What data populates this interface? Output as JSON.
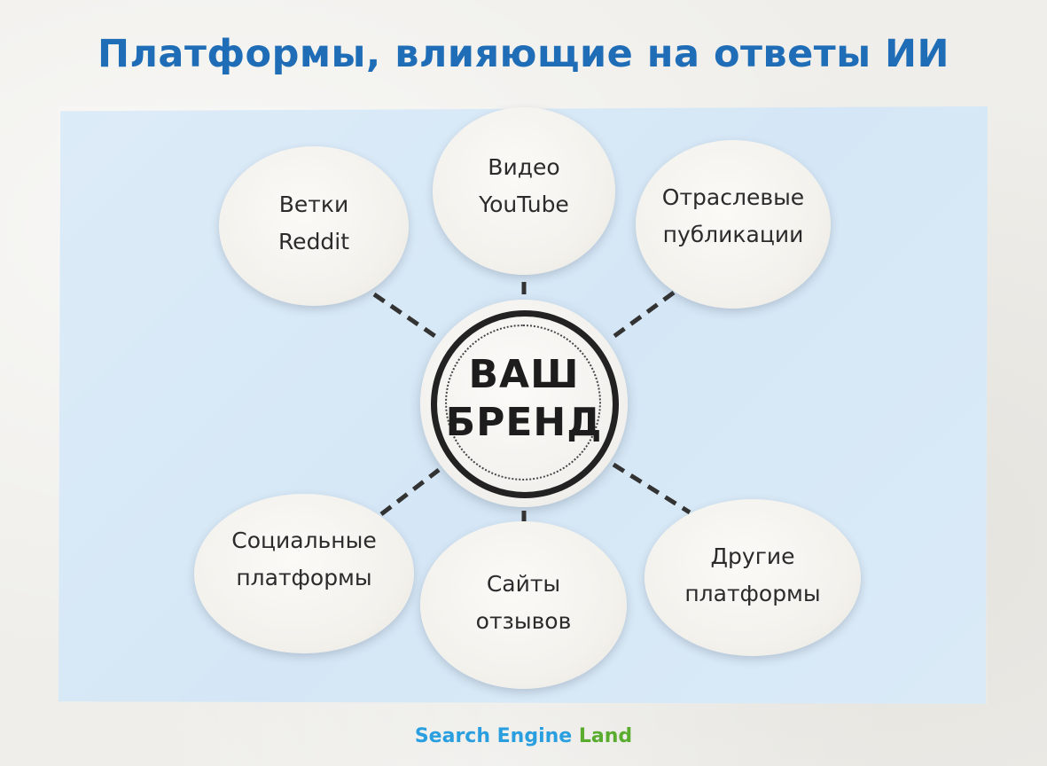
{
  "title": "Платформы, влияющие на ответы ИИ",
  "center": {
    "label": "ВАШ\nБРЕНД"
  },
  "nodes": [
    {
      "id": "reddit",
      "label": "Ветки\nReddit"
    },
    {
      "id": "youtube",
      "label": "Видео\nYouTube"
    },
    {
      "id": "industry",
      "label": "Отраслевые\nпубликации"
    },
    {
      "id": "social",
      "label": "Социальные\nплатформы"
    },
    {
      "id": "reviews",
      "label": "Сайты\nотзывов"
    },
    {
      "id": "other",
      "label": "Другие\nплатформы"
    }
  ],
  "footer": {
    "search_engine": "Search Engine",
    "land": "Land"
  },
  "colors": {
    "title": "#1f6db6",
    "panel": "#d5e7f6",
    "connector": "#333333",
    "footer_blue": "#2a9fe0",
    "footer_green": "#5aac2f"
  }
}
